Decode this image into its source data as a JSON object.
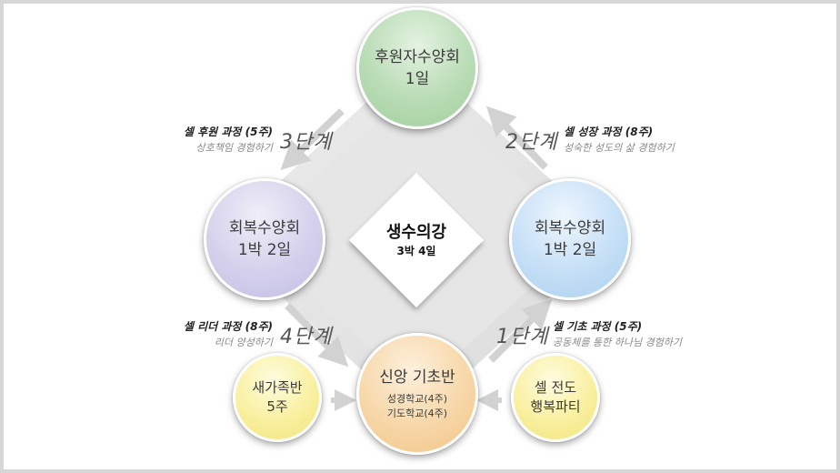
{
  "center": {
    "title": "생수의강",
    "subtitle": "3박 4일"
  },
  "nodes": {
    "top": {
      "line1": "후원자수양회",
      "line2": "1일",
      "color": "#b9dcb5"
    },
    "left": {
      "line1": "회복수양회",
      "line2": "1박 2일",
      "color": "#d4d0ec"
    },
    "right": {
      "line1": "회복수양회",
      "line2": "1박 2일",
      "color": "#c5dff6"
    },
    "bottom": {
      "line1": "신앙 기초반",
      "line2": "성경학교(4주)",
      "line3": "기도학교(4주)",
      "color": "#f7d7a8"
    },
    "bottom_left": {
      "line1": "새가족반",
      "line2": "5주",
      "color": "#f9f0a0"
    },
    "bottom_right": {
      "line1": "셀 전도",
      "line2": "행복파티",
      "color": "#f9f0a0"
    }
  },
  "stages": [
    {
      "stage": "1단계",
      "title": "셀 기초 과정 (5주)",
      "subtitle": "공동체를 통한 하나님 경험하기"
    },
    {
      "stage": "2단계",
      "title": "셀 성장 과정 (8주)",
      "subtitle": "성숙한 성도의 삶 경험하기"
    },
    {
      "stage": "3단계",
      "title": "셀 후원 과정 (5주)",
      "subtitle": "상호책임 경험하기"
    },
    {
      "stage": "4단계",
      "title": "셀 리더 과정 (8주)",
      "subtitle": "리더 양성하기"
    }
  ],
  "colors": {
    "frame_border": "#d6d6d6",
    "diamond_band": "#e2e2e2",
    "arrow": "#d0d0d0",
    "stage_text": "#555555",
    "subtitle_text": "#888888"
  }
}
